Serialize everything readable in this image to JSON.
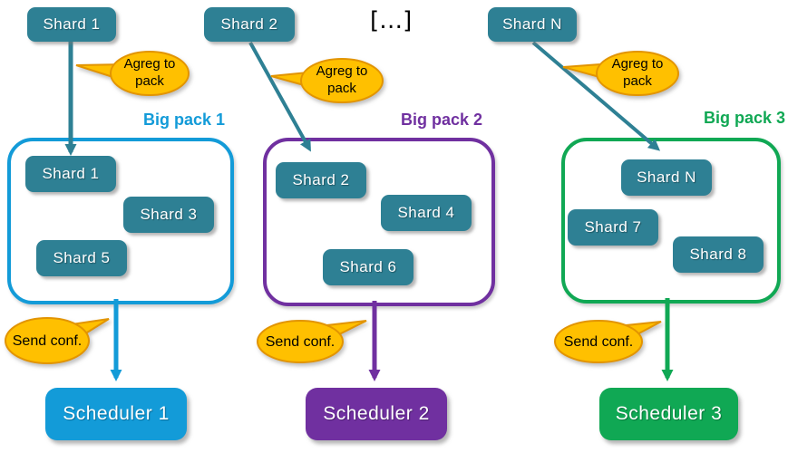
{
  "colors": {
    "teal": "#2E8094",
    "bubble_fill": "#FFC000",
    "bubble_border": "#E29400",
    "bubble_text": "#000000",
    "ellipsis_text": "#000000"
  },
  "ellipsis": "[…]",
  "columns": [
    {
      "accent": "#139BD8",
      "source_shard": "Shard 1",
      "aggregate_callout": "Agreg to pack",
      "pack_title": "Big pack 1",
      "pack_shards": [
        "Shard 1",
        "Shard 3",
        "Shard 5"
      ],
      "send_callout": "Send conf.",
      "scheduler": "Scheduler 1"
    },
    {
      "accent": "#7030A0",
      "source_shard": "Shard 2",
      "aggregate_callout": "Agreg to pack",
      "pack_title": "Big pack 2",
      "pack_shards": [
        "Shard 2",
        "Shard 4",
        "Shard 6"
      ],
      "send_callout": "Send conf.",
      "scheduler": "Scheduler 2"
    },
    {
      "accent": "#10A854",
      "source_shard": "Shard N",
      "aggregate_callout": "Agreg to pack",
      "pack_title": "Big pack 3",
      "pack_shards": [
        "Shard N",
        "Shard 7",
        "Shard 8"
      ],
      "send_callout": "Send conf.",
      "scheduler": "Scheduler 3"
    }
  ]
}
